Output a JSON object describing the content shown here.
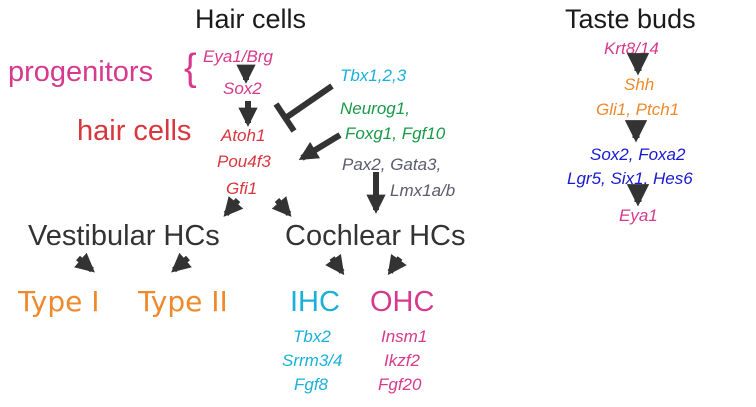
{
  "colors": {
    "magenta": "#d63a8c",
    "red": "#d9363e",
    "cyan": "#1ab0d8",
    "green": "#1a9a48",
    "gray": "#5b5b6e",
    "dark": "#333333",
    "orange": "#ee8a2c",
    "blue": "#1a1ad0"
  },
  "hair_cells": {
    "title": "Hair cells",
    "progenitors_label": "progenitors",
    "brace": "{",
    "progenitor_genes": [
      "Eya1/Brg",
      "Sox2"
    ],
    "hair_cells_label": "hair cells",
    "hair_cell_genes": [
      "Atoh1",
      "Pou4f3",
      "Gfi1"
    ],
    "inhibitor_genes": "Tbx1,2,3",
    "activator_genes": [
      "Neurog1,",
      "Foxg1, Fgf10"
    ],
    "cochlear_factor_genes": [
      "Pax2, Gata3,",
      "Lmx1a/b"
    ],
    "vestibular_label": "Vestibular HCs",
    "cochlear_label": "Cochlear HCs",
    "type1_label": "Type I",
    "type2_label": "Type II",
    "ihc_label": "IHC",
    "ohc_label": "OHC",
    "ihc_genes": [
      "Tbx2",
      "Srrm3/4",
      "Fgf8"
    ],
    "ohc_genes": [
      "Insm1",
      "Ikzf2",
      "Fgf20"
    ]
  },
  "taste_buds": {
    "title": "Taste buds",
    "genes": [
      "Krt8/14",
      "Shh",
      "Gli1, Ptch1",
      "Sox2, Foxa2",
      "Lgr5, Six1, Hes6",
      "Eya1"
    ]
  }
}
